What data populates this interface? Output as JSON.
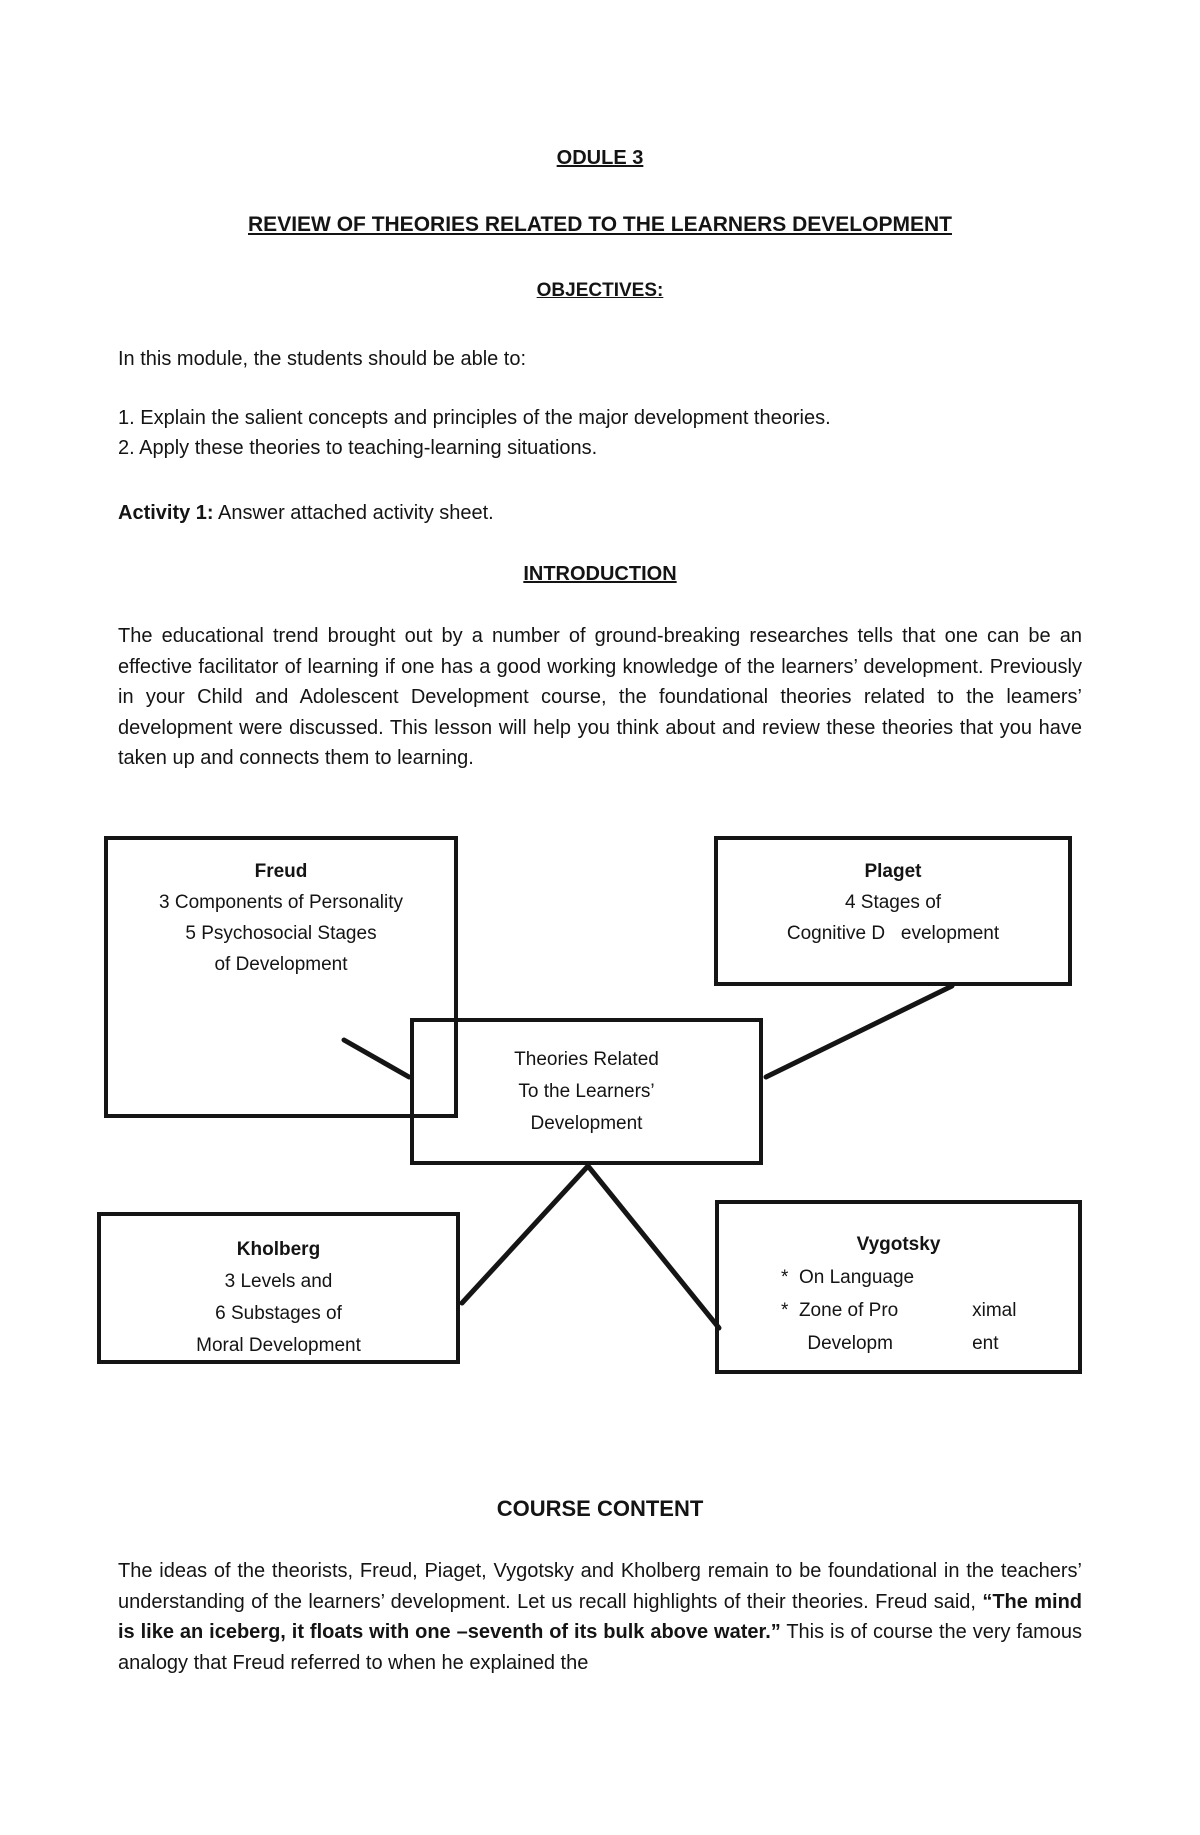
{
  "page": {
    "module_title": "ODULE 3",
    "main_title": "REVIEW OF THEORIES RELATED TO THE LEARNERS DEVELOPMENT"
  },
  "objectives": {
    "heading": "OBJECTIVES:",
    "intro_line": "In this module, the students should be able to:",
    "items": [
      "1. Explain the salient concepts and principles of the major development theories.",
      "2. Apply these theories to teaching-learning situations."
    ]
  },
  "activity": {
    "label": "Activity 1:",
    "text": "Answer attached activity sheet."
  },
  "introduction": {
    "heading": "INTRODUCTION",
    "paragraph": "The educational trend brought out by a number of ground-breaking researches tells that one can be an effective facilitator of learning if one has a good working knowledge of the learners’ development. Previously in your Child and Adolescent Development course, the foundational theories related to the leamers’ development were discussed. This lesson will help you think about and review these theories that you have taken up and connects them to learning."
  },
  "diagram": {
    "freud": {
      "title": "Freud",
      "lines": [
        "3 Components of Personality",
        "5 Psychosocial Stages",
        "of Development"
      ]
    },
    "piaget": {
      "title": "Plaget",
      "lines": [
        "4 Stages of",
        "Cognitive D   evelopment"
      ]
    },
    "center": {
      "lines": [
        "Theories Related",
        "To the Learners’",
        "Development"
      ]
    },
    "kholberg": {
      "title": "Kholberg",
      "lines": [
        "3 Levels and",
        "6 Substages of",
        "Moral Development"
      ]
    },
    "vygotsky": {
      "title": "Vygotsky",
      "lines": [
        "*  On Language",
        "*  Zone of Pro              ximal",
        "     Developm               ent"
      ]
    }
  },
  "course": {
    "heading": "COURSE CONTENT",
    "para_start": "The ideas of the theorists, Freud, Piaget, Vygotsky and Kholberg remain to be foundational in the teachers’ understanding of the learners’ development. Let us recall highlights of their theories. Freud said, ",
    "quote": "“The mind is like an iceberg, it floats with one –seventh of its bulk above water.”",
    "para_end": " This is of course the very famous analogy that Freud referred to when he explained the"
  }
}
